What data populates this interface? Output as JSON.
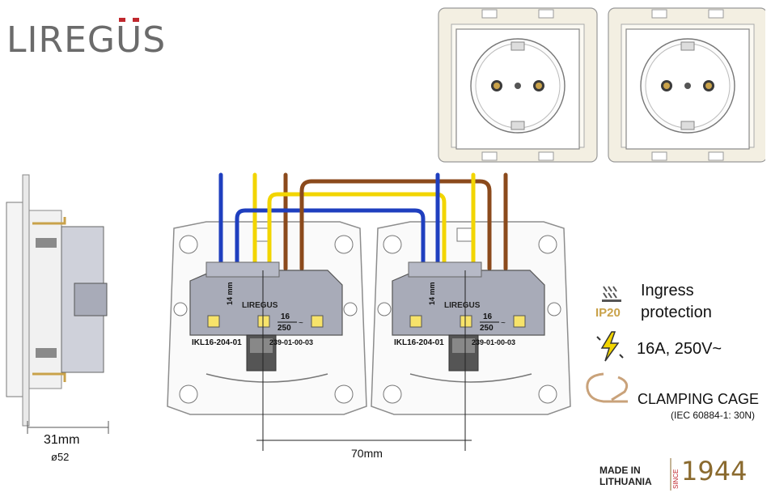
{
  "brand": {
    "logo_text": "LIREGUS"
  },
  "features": {
    "ingress": {
      "icon": "ingress-protection-icon",
      "badge": "IP20",
      "line1": "Ingress",
      "line2": "protection"
    },
    "rating": {
      "icon": "lightning-bolt-icon",
      "text": "16A, 250V~"
    },
    "clamping": {
      "icon": "clamping-cage-icon",
      "title": "CLAMPING CAGE",
      "standard": "(IEC 60884-1: 30N)"
    }
  },
  "dimensions": {
    "depth": "31mm",
    "diameter": "ø52",
    "spacing": "70mm"
  },
  "module_labels": {
    "brand": "LIREGUS",
    "rating_top": "16",
    "rating_bottom": "250",
    "rating_sym": "~",
    "strip": "14 mm",
    "code_left": "IKL16-204-01",
    "code_right": "239-01-00-03"
  },
  "origin": {
    "made_line1": "MADE IN",
    "made_line2": "LITHUANIA",
    "since": "SINCE",
    "year": "1944"
  },
  "colors": {
    "wire_blue": "#1f3fbf",
    "wire_yellow": "#f2d500",
    "wire_brown": "#8b4a1c",
    "module_body": "#a8abb8",
    "frame_outline": "#8d8d8d",
    "accent_red": "#c0282d",
    "year_gold": "#8a6a2e"
  }
}
